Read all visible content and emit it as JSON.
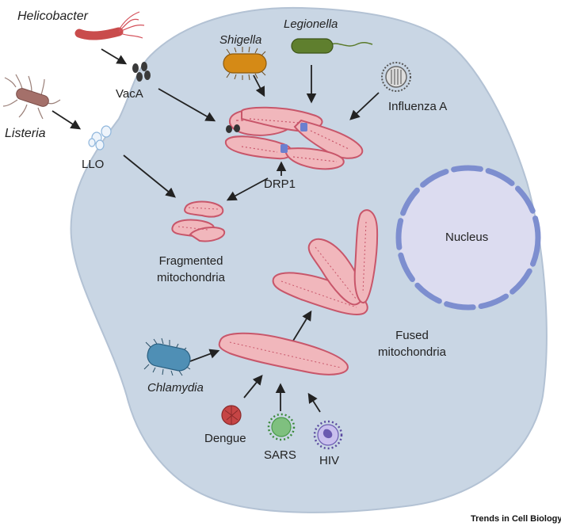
{
  "labels": {
    "helicobacter": "Helicobacter",
    "listeria": "Listeria",
    "vaca": "VacA",
    "llo": "LLO",
    "shigella": "Shigella",
    "legionella": "Legionella",
    "influenza": "Influenza A",
    "drp1": "DRP1",
    "fragmented_line1": "Fragmented",
    "fragmented_line2": "mitochondria",
    "nucleus": "Nucleus",
    "fused_line1": "Fused",
    "fused_line2": "mitochondria",
    "chlamydia": "Chlamydia",
    "dengue": "Dengue",
    "sars": "SARS",
    "hiv": "HIV"
  },
  "footer": "Trends in Cell Biology",
  "colors": {
    "cell": "#c9d6e4",
    "cell_stroke": "#aebdd0",
    "mito_fill": "#f1b7bc",
    "mito_stroke": "#c8566a",
    "nucleus_fill": "#dcdcf0",
    "nucleus_stroke": "#7d8ecf",
    "arrow": "#222222"
  }
}
